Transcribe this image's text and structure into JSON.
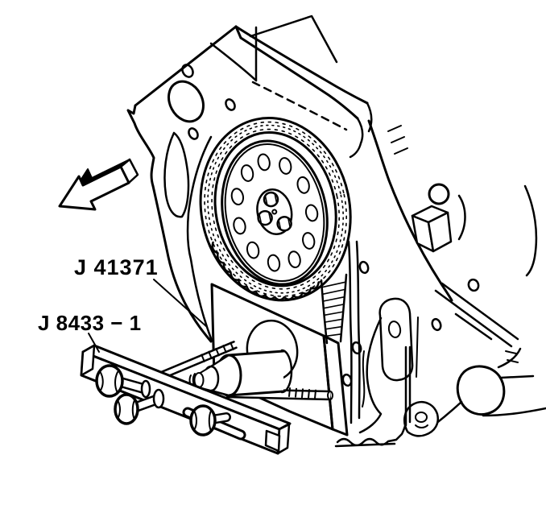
{
  "figure": {
    "background_color": "#ffffff",
    "line_color": "#000000",
    "labels": {
      "tool_plate": "J 41371",
      "puller_bar": "J 8433 − 1"
    },
    "graphics": {
      "direction_arrow": "block-arrow-pointing-lower-left",
      "engine_block": "engine-block-rear-view-line-art",
      "flexplate": "flexplate-with-bolt-hole-ring",
      "timing_chain": "timing-chain-ring-and-strand",
      "tool_plate": "stippled-guide-plate",
      "puller_bar": "puller-crossbar-with-hex-bolts"
    }
  }
}
